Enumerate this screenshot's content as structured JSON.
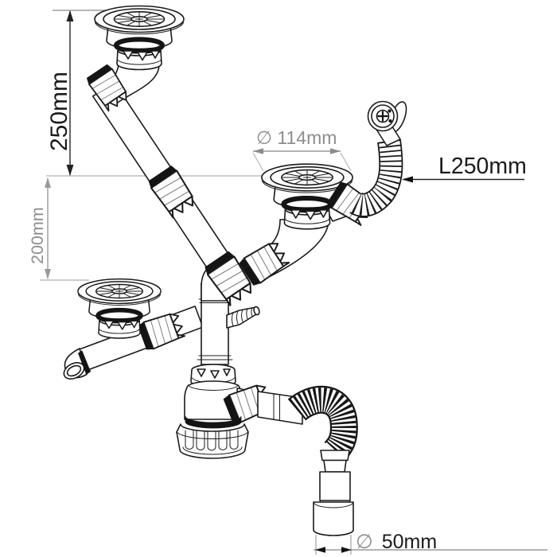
{
  "page": {
    "background": "#ffffff"
  },
  "colors": {
    "line": "#1b1b1b",
    "dim_dark": "#222222",
    "dim_gray": "#9a9a9a",
    "text_black": "#1b1b1b",
    "text_gray": "#8d8d8d"
  },
  "dimensions": {
    "height_top": {
      "label": "250mm"
    },
    "height_mid": {
      "label": "200mm"
    },
    "strainer_diameter": {
      "label": "∅ 114mm"
    },
    "overflow_hose_length": {
      "label": "L250mm"
    },
    "outlet_diameter": {
      "symbol": "∅",
      "value": "50mm"
    }
  }
}
